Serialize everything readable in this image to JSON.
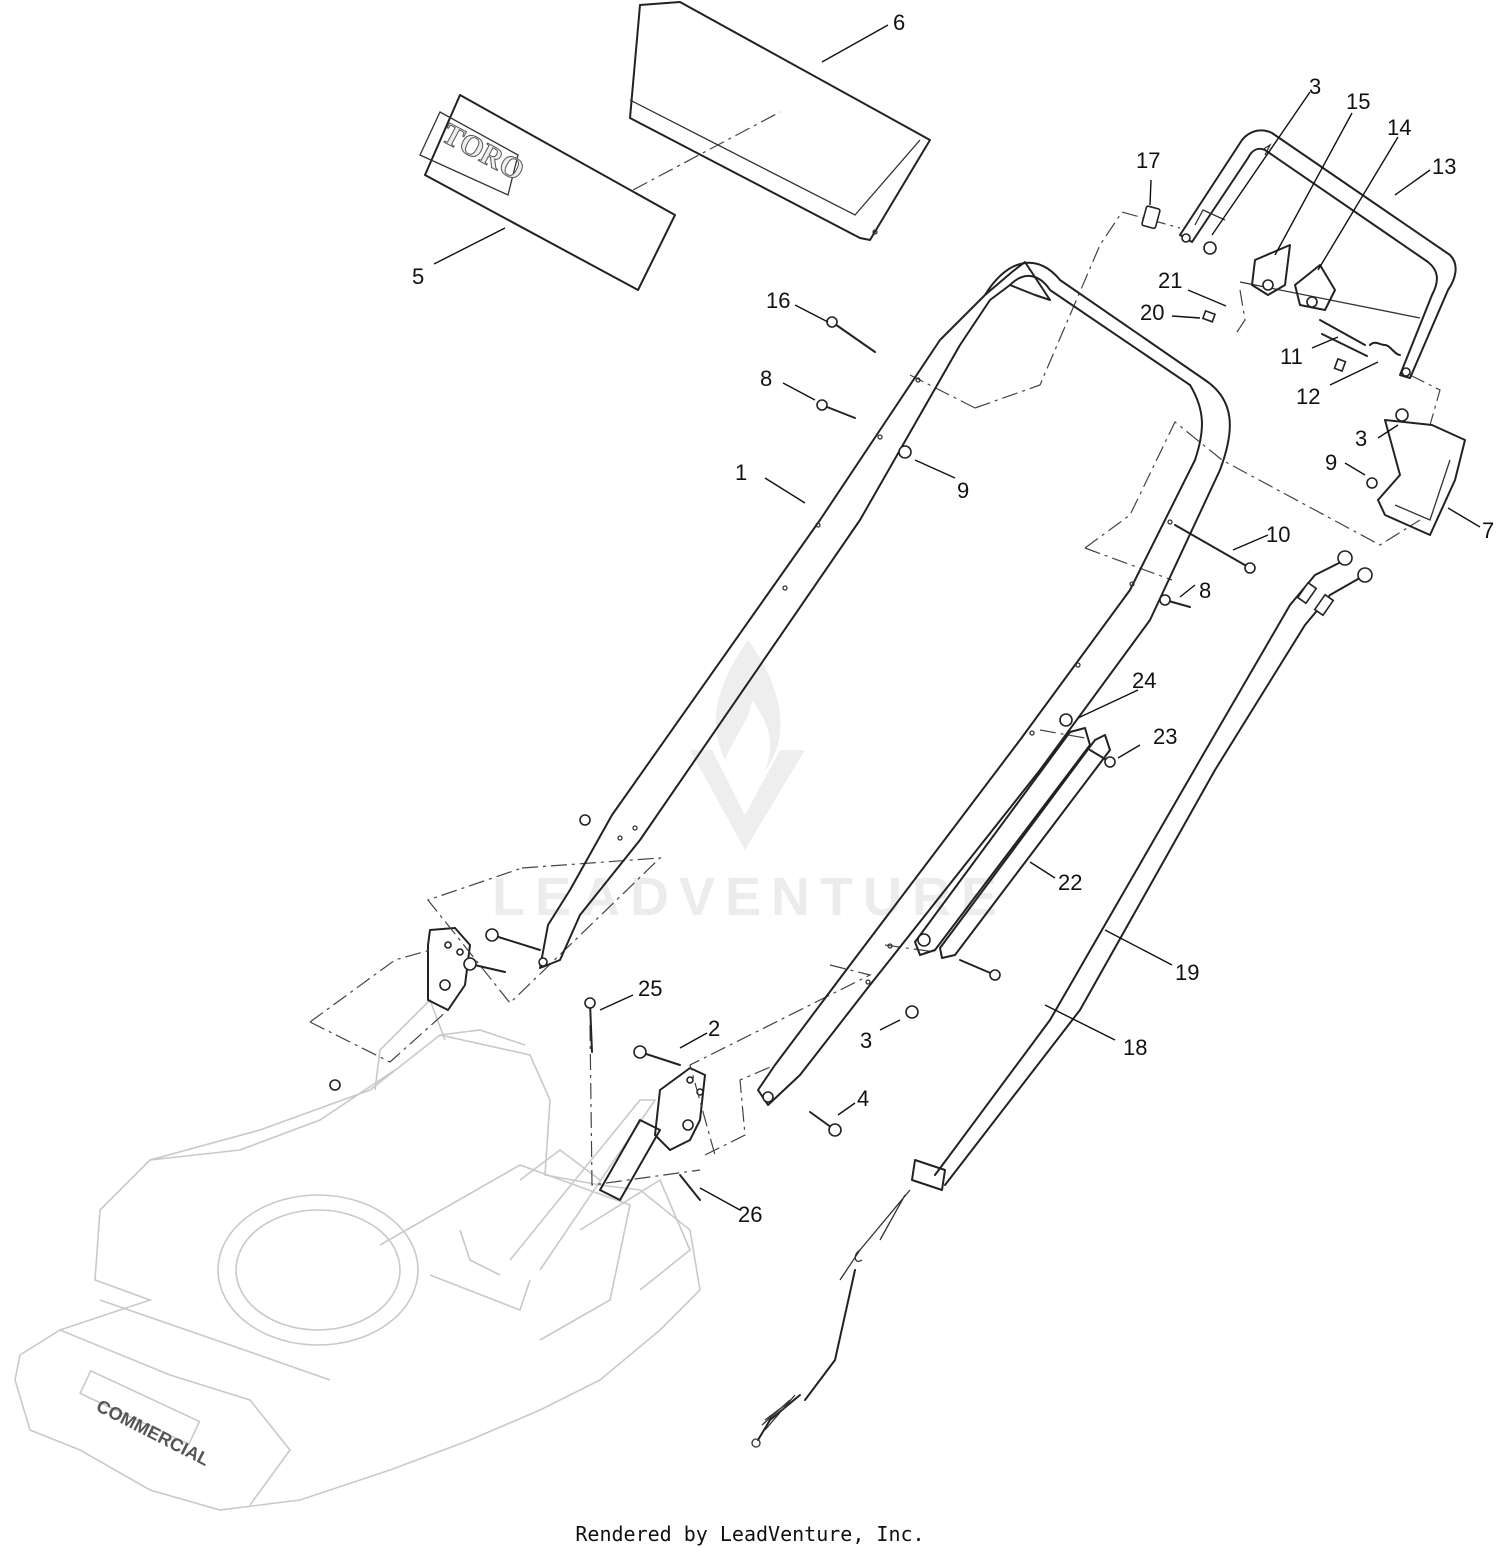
{
  "diagram": {
    "callouts": [
      {
        "id": "c1",
        "text": "1"
      },
      {
        "id": "c2",
        "text": "2"
      },
      {
        "id": "c3a",
        "text": "3"
      },
      {
        "id": "c3b",
        "text": "3"
      },
      {
        "id": "c3c",
        "text": "3"
      },
      {
        "id": "c4",
        "text": "4"
      },
      {
        "id": "c5",
        "text": "5"
      },
      {
        "id": "c6",
        "text": "6"
      },
      {
        "id": "c7",
        "text": "7"
      },
      {
        "id": "c8a",
        "text": "8"
      },
      {
        "id": "c8b",
        "text": "8"
      },
      {
        "id": "c9a",
        "text": "9"
      },
      {
        "id": "c9b",
        "text": "9"
      },
      {
        "id": "c10",
        "text": "10"
      },
      {
        "id": "c11",
        "text": "11"
      },
      {
        "id": "c12",
        "text": "12"
      },
      {
        "id": "c13",
        "text": "13"
      },
      {
        "id": "c14",
        "text": "14"
      },
      {
        "id": "c15",
        "text": "15"
      },
      {
        "id": "c16",
        "text": "16"
      },
      {
        "id": "c17",
        "text": "17"
      },
      {
        "id": "c18",
        "text": "18"
      },
      {
        "id": "c19",
        "text": "19"
      },
      {
        "id": "c20",
        "text": "20"
      },
      {
        "id": "c21",
        "text": "21"
      },
      {
        "id": "c22",
        "text": "22"
      },
      {
        "id": "c23",
        "text": "23"
      },
      {
        "id": "c24",
        "text": "24"
      },
      {
        "id": "c25",
        "text": "25"
      },
      {
        "id": "c26",
        "text": "26"
      }
    ],
    "watermark_text": "LEADVENTURE",
    "decal_logo_text": "TORO",
    "deck_brand_text": "COMMERCIAL",
    "credit_text": "Rendered by LeadVenture, Inc."
  },
  "colors": {
    "line": "#222222",
    "watermark": "#eeeeee",
    "deck_ghost": "#c9c9c9"
  }
}
